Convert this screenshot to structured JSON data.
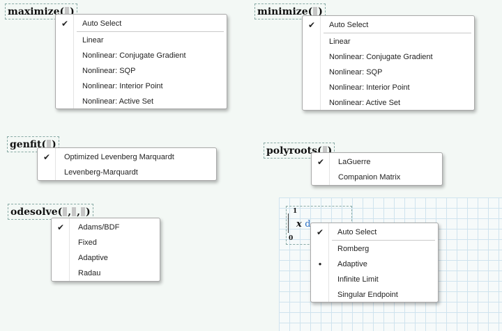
{
  "functions": {
    "maximize": "maximize",
    "minimize": "minimize",
    "genfit": "genfit",
    "polyroots": "polyroots",
    "odesolve": "odesolve",
    "integral": {
      "upper": "1",
      "lower": "0",
      "var": "x",
      "d": "d"
    }
  },
  "menus": {
    "maximize": [
      "Auto Select",
      "Linear",
      "Nonlinear: Conjugate Gradient",
      "Nonlinear: SQP",
      "Nonlinear: Interior Point",
      "Nonlinear: Active Set"
    ],
    "minimize": [
      "Auto Select",
      "Linear",
      "Nonlinear: Conjugate Gradient",
      "Nonlinear: SQP",
      "Nonlinear: Interior Point",
      "Nonlinear: Active Set"
    ],
    "genfit": [
      "Optimized Levenberg Marquardt",
      "Levenberg-Marquardt"
    ],
    "polyroots": [
      "LaGuerre",
      "Companion Matrix"
    ],
    "odesolve": [
      "Adams/BDF",
      "Fixed",
      "Adaptive",
      "Radau"
    ],
    "integral": [
      "Auto Select",
      "Romberg",
      "Adaptive",
      "Infinite Limit",
      "Singular Endpoint"
    ]
  },
  "marks": {
    "check": "✔",
    "dot": "●"
  },
  "icons": {
    "check": "check-icon",
    "bullet": "bullet-dot-icon"
  }
}
